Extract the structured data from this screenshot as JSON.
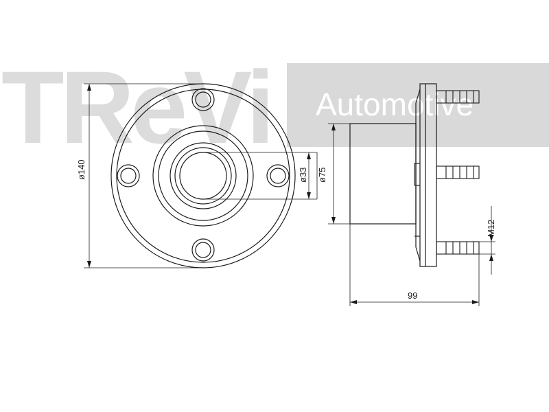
{
  "watermark": {
    "brand": "TReVi",
    "subtitle": "Automotive",
    "color": "#d9d9d9"
  },
  "dimensions": {
    "hub_diameter": "ø140",
    "bore_diameter": "ø33",
    "pilot_diameter": "ø75",
    "bolt_thread": "M12",
    "overall_width": "99"
  },
  "colors": {
    "line": "#1a1a1a",
    "background": "#ffffff"
  }
}
